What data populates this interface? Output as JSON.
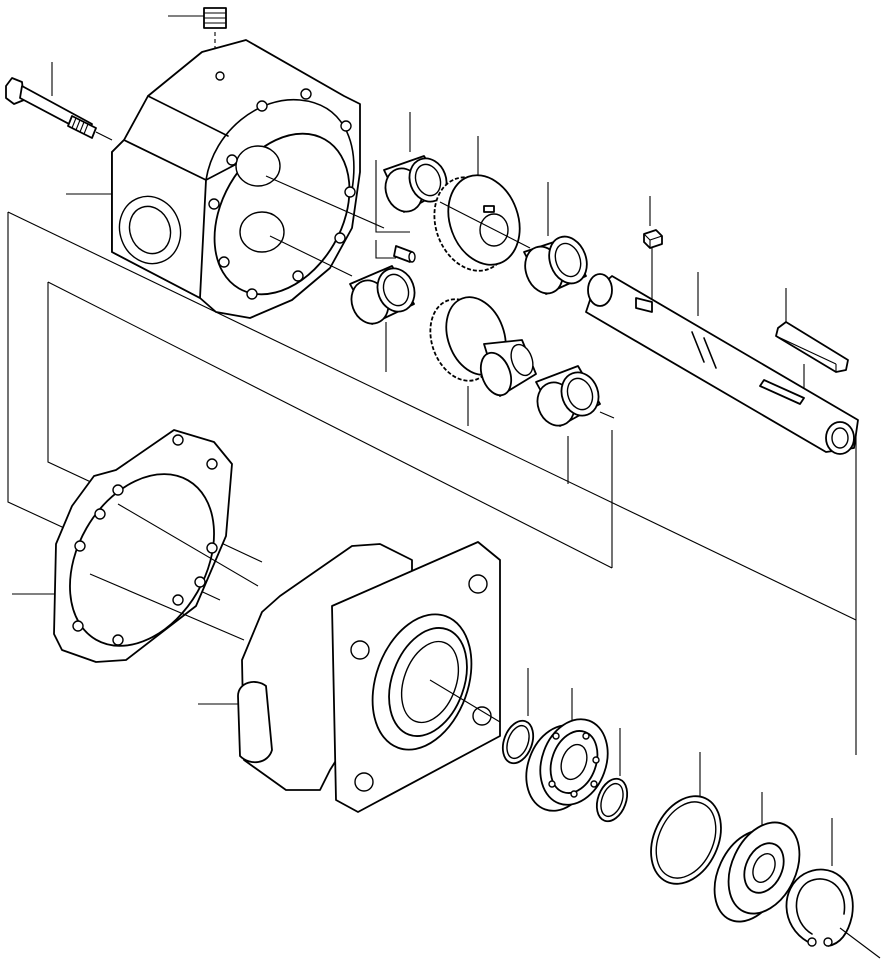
{
  "diagram": {
    "kind": "exploded-parts-view",
    "assembly": "pump-drive-gearbox",
    "background": "#ffffff",
    "line_color": "#000000",
    "callout_style": "leader-lines-without-numbers",
    "parts": [
      "set-screw",
      "through-bolt",
      "gear-housing",
      "needle-bearing-upper-left",
      "idler-gear-upper",
      "needle-bearing-upper-right",
      "dowel-pin",
      "square-key-small",
      "output-shaft",
      "long-key",
      "needle-bearing-lower-left",
      "drive-gear-lower",
      "needle-bearing-lower-right",
      "gasket",
      "adapter-housing",
      "snap-ring-small",
      "ball-bearing",
      "retaining-ring-small",
      "retaining-ring-large",
      "oil-seal",
      "internal-snap-ring"
    ]
  }
}
